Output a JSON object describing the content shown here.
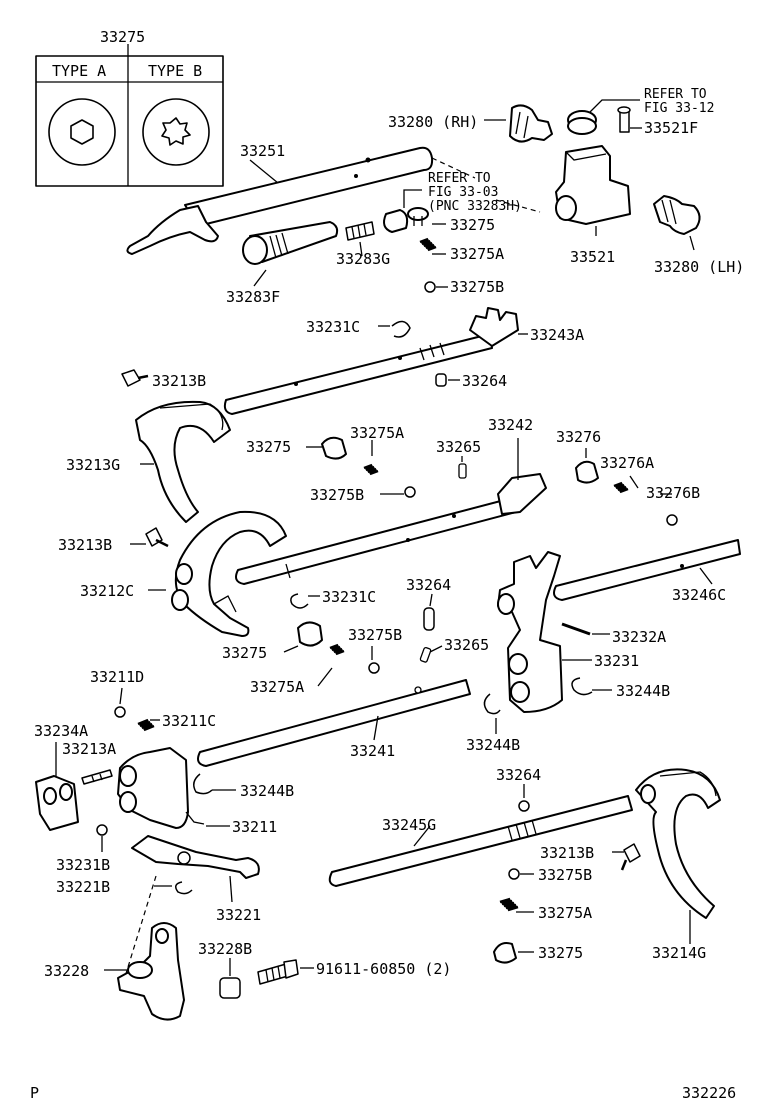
{
  "type_box": {
    "type_a": "TYPE A",
    "type_b": "TYPE B"
  },
  "labels": [
    "33275",
    "REFER TO",
    "FIG 33-12",
    "33521F",
    "33280 (RH)",
    "33251",
    "REFER TO",
    "FIG 33-03",
    "(PNC 33283H)",
    "33275",
    "33283G",
    "33275A",
    "33275B",
    "33521",
    "33280 (LH)",
    "33283F",
    "33231C",
    "33243A",
    "33213B",
    "33264",
    "33275",
    "33275A",
    "33265",
    "33242",
    "33276",
    "33276A",
    "33213G",
    "33275B",
    "33276B",
    "33213B",
    "33212C",
    "33231C",
    "33264",
    "33246C",
    "33232A",
    "33275",
    "33275B",
    "33265",
    "33231",
    "33275A",
    "33244B",
    "33211D",
    "33211C",
    "33234A",
    "33213A",
    "33241",
    "33244B",
    "33264",
    "33244B",
    "33211",
    "33245G",
    "33231B",
    "33213B",
    "33221B",
    "33275B",
    "33221",
    "33275A",
    "33228B",
    "33228",
    "91611-60850 (2)",
    "33275",
    "33214G"
  ],
  "footer": {
    "left": "P",
    "right": "332226"
  }
}
